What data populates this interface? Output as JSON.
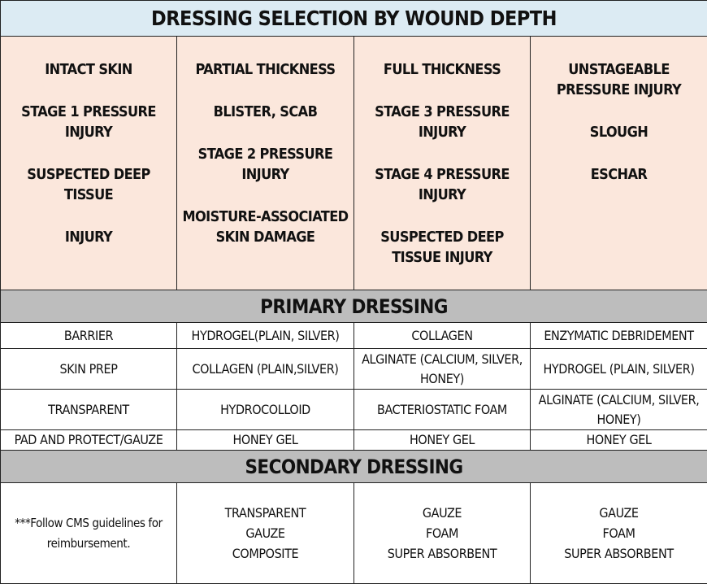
{
  "title": "DRESSING SELECTION BY WOUND DEPTH",
  "depth_columns": [
    {
      "lines": [
        "INTACT SKIN",
        "STAGE 1 PRESSURE INJURY",
        "SUSPECTED DEEP TISSUE",
        "INJURY"
      ]
    },
    {
      "lines": [
        "PARTIAL THICKNESS",
        "BLISTER, SCAB",
        "STAGE 2 PRESSURE INJURY",
        "MOISTURE-ASSOCIATED SKIN DAMAGE"
      ]
    },
    {
      "lines": [
        "FULL THICKNESS",
        "STAGE 3 PRESSURE INJURY",
        "STAGE 4 PRESSURE INJURY",
        "SUSPECTED DEEP TISSUE INJURY"
      ]
    },
    {
      "lines": [
        "UNSTAGEABLE PRESSURE INJURY",
        "SLOUGH",
        "ESCHAR"
      ]
    }
  ],
  "primary": {
    "heading": "PRIMARY DRESSING",
    "rows": [
      [
        "BARRIER",
        "HYDROGEL(PLAIN, SILVER)",
        "COLLAGEN",
        "ENZYMATIC DEBRIDEMENT"
      ],
      [
        "SKIN PREP",
        "COLLAGEN (PLAIN,SILVER)",
        "ALGINATE (CALCIUM, SILVER, HONEY)",
        "HYDROGEL (PLAIN, SILVER)"
      ],
      [
        "TRANSPARENT",
        "HYDROCOLLOID",
        "BACTERIOSTATIC FOAM",
        "ALGINATE (CALCIUM, SILVER, HONEY)"
      ],
      [
        "PAD AND PROTECT/GAUZE",
        "HONEY GEL",
        "HONEY GEL",
        "HONEY GEL"
      ]
    ]
  },
  "secondary": {
    "heading": "SECONDARY DRESSING",
    "note": "***Follow CMS guidelines for reimbursement.",
    "columns": [
      [
        "TRANSPARENT",
        "GAUZE",
        "COMPOSITE"
      ],
      [
        "GAUZE",
        "FOAM",
        "SUPER ABSORBENT"
      ],
      [
        "GAUZE",
        "FOAM",
        "SUPER ABSORBENT"
      ]
    ]
  }
}
